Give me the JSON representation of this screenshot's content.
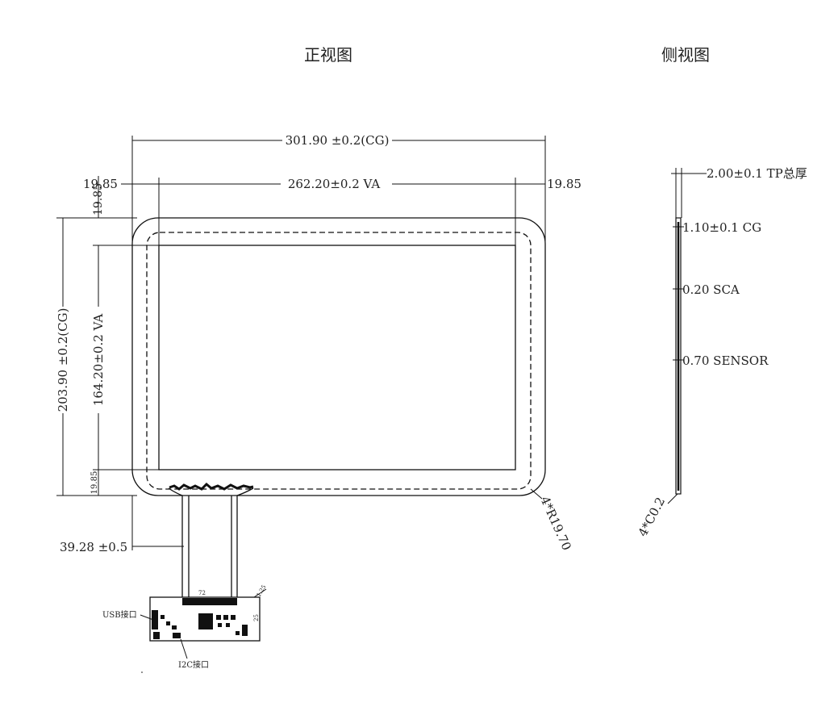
{
  "views": {
    "front_title": "正视图",
    "side_title": "侧视图"
  },
  "front": {
    "overall_width": "301.90 ±0.2(CG)",
    "va_width": "262.20±0.2 VA",
    "left_margin": "19.85",
    "right_margin": "19.85",
    "top_margin": "19.85",
    "bottom_margin": "19.85",
    "overall_height": "203.90 ±0.2(CG)",
    "va_height": "164.20±0.2 VA",
    "corner_radius": "4*R19.70",
    "fpc_offset": "39.28 ±0.5"
  },
  "board": {
    "top_dim": "72",
    "side_dim": "25",
    "side_dim2": "1.25",
    "usb_label": "USB接口",
    "i2c_label": "I2C接口"
  },
  "side": {
    "total": "2.00±0.1 TP总厚",
    "cg": "1.10±0.1 CG",
    "sca": "0.20 SCA",
    "sensor": "0.70 SENSOR",
    "chamfer": "4*C0.2"
  }
}
